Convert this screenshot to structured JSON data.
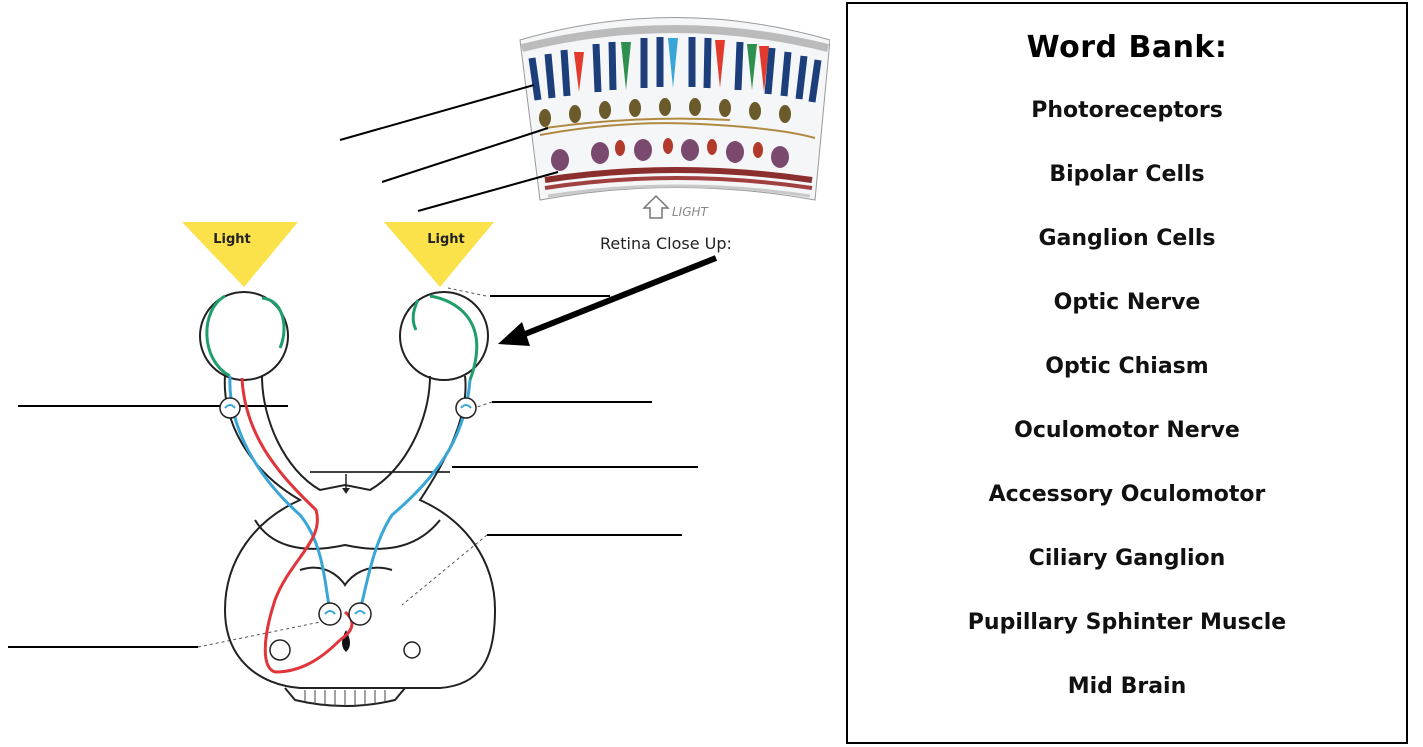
{
  "diagram": {
    "cone_label_left": "Light",
    "cone_label_right": "Light",
    "retina_light_label": "LIGHT",
    "retina_caption": "Retina Close Up:"
  },
  "word_bank": {
    "title": "Word Bank:",
    "items": [
      "Photoreceptors",
      "Bipolar Cells",
      "Ganglion Cells",
      "Optic Nerve",
      "Optic Chiasm",
      "Oculomotor Nerve",
      "Accessory Oculomotor",
      "Ciliary Ganglion",
      "Pupillary Sphinter Muscle",
      "Mid Brain"
    ]
  },
  "colors": {
    "light_cone": "#fbe14a",
    "retina_layer": "#1f9e6b",
    "sensory_pathway": "#3aa6d8",
    "motor_pathway": "#e0353b",
    "outline": "#222222"
  }
}
